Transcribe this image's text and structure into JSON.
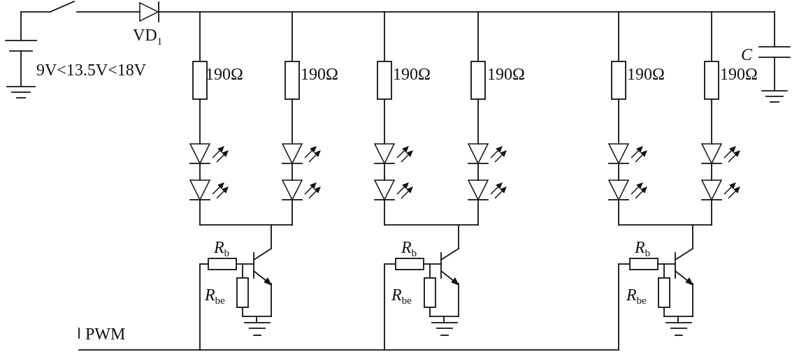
{
  "diagram": {
    "supply_label": "9V<13.5V<18V",
    "diode": {
      "main": "VD",
      "sub": "1"
    },
    "capacitor_label": "C",
    "resistor_value": "190Ω",
    "base_resistor": {
      "main": "R",
      "sub": "b"
    },
    "base_emitter_resistor": {
      "main": "R",
      "sub": "be"
    },
    "pwm_label": "PWM"
  }
}
